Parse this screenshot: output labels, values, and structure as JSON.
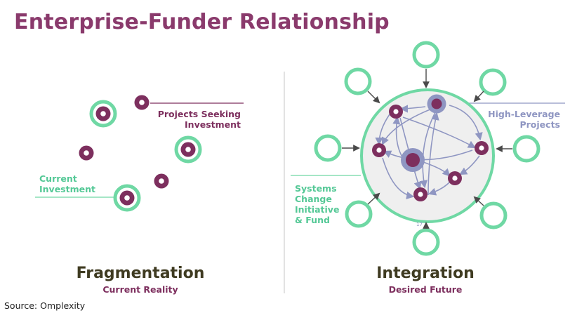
{
  "title": "Enterprise-Funder Relationship",
  "left": {
    "heading": "Fragmentation",
    "subheading": "Current Reality",
    "projects_label": [
      "Projects Seeking",
      "Investment"
    ],
    "investment_label": [
      "Current",
      "Investment"
    ]
  },
  "right": {
    "heading": "Integration",
    "subheading": "Desired Future",
    "high_leverage_label": [
      "High-Leverage",
      "Projects"
    ],
    "initiative_label": [
      "Systems",
      "Change",
      "Initiative",
      "& Fund"
    ],
    "page_number": "17"
  },
  "source": "Source: Omplexity",
  "colors": {
    "purple": "#8a3a6c",
    "green": "#6fd8a4",
    "blue": "#8f96c2",
    "dark_text": "#3f3b21"
  }
}
